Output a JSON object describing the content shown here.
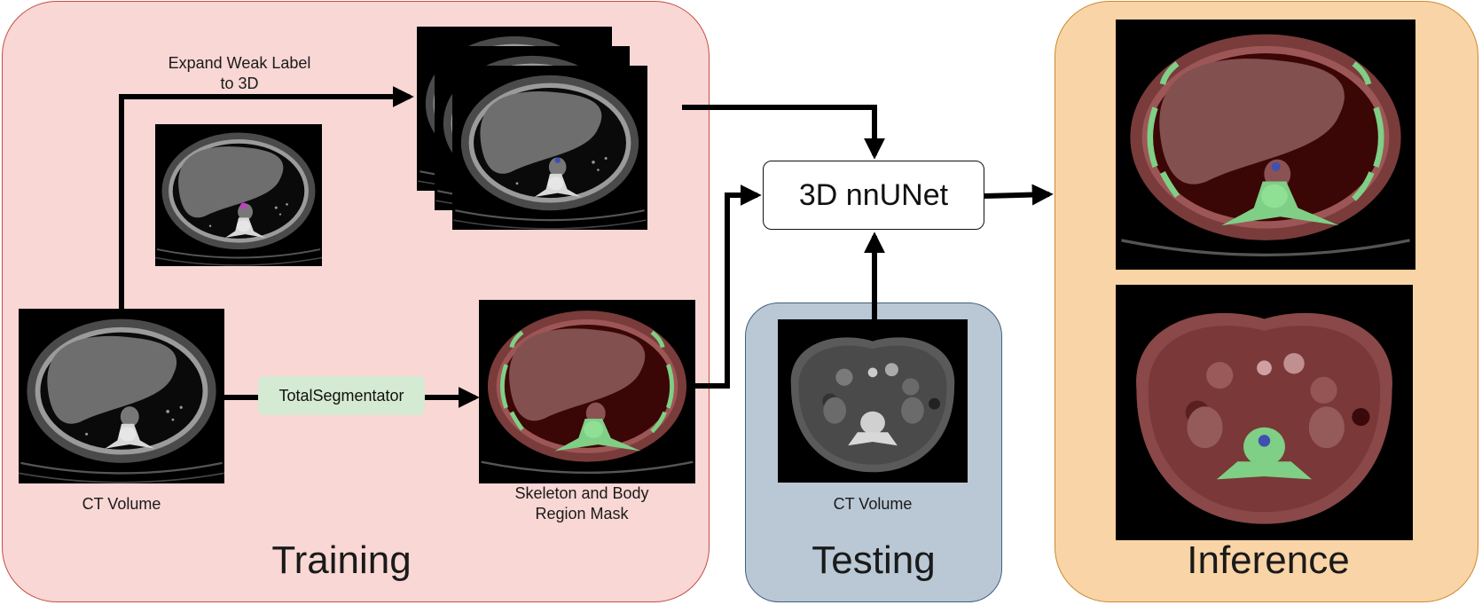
{
  "training": {
    "title": "Training",
    "ct_volume_label": "CT Volume",
    "expand_label": [
      "Expand Weak Label",
      "to 3D"
    ],
    "mask_label": [
      "Skeleton and Body",
      "Region Mask"
    ],
    "tool_label": "TotalSegmentator"
  },
  "testing": {
    "title": "Testing",
    "ct_volume_label": "CT Volume"
  },
  "model": {
    "label": "3D nnUNet"
  },
  "inference": {
    "title": "Inference"
  },
  "colors": {
    "training_bg": "#f8d7d4",
    "testing_bg": "#b9c8d4",
    "inference_bg": "#f9d4a6",
    "tool_bg": "#d5ead2",
    "mask_body": "#8b2e2e",
    "mask_skeleton": "#6fd37a",
    "weak_label": "#c040c0"
  }
}
